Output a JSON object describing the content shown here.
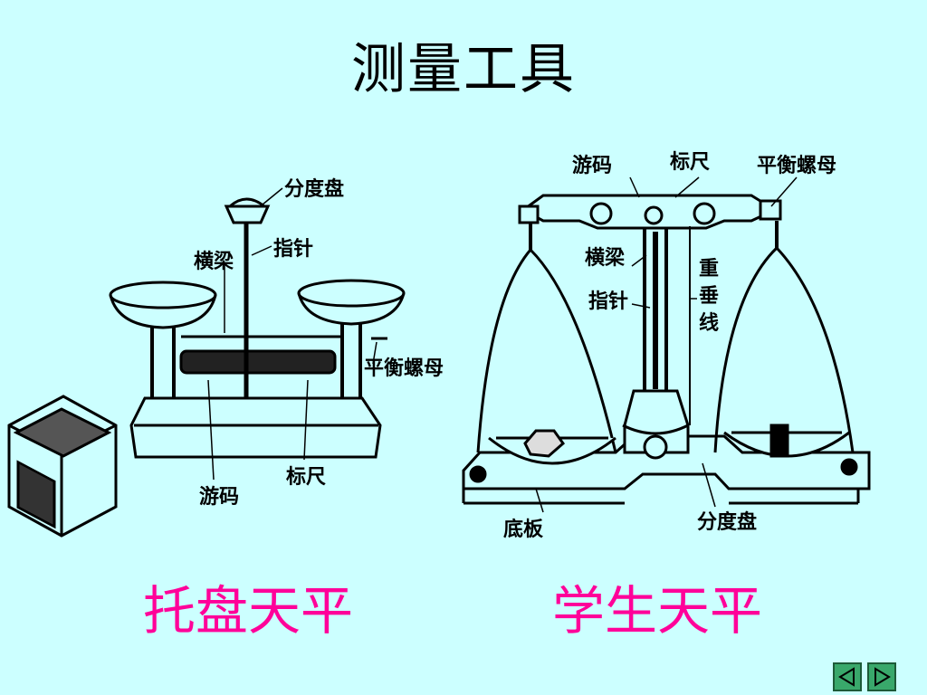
{
  "title": "测量工具",
  "captions": {
    "left": "托盘天平",
    "right": "学生天平"
  },
  "tray_balance_labels": {
    "dial": "分度盘",
    "pointer": "指针",
    "beam": "横梁",
    "balance_nut": "平衡螺母",
    "rider": "游码",
    "scale": "标尺"
  },
  "student_balance_labels": {
    "rider": "游码",
    "scale": "标尺",
    "balance_nut": "平衡螺母",
    "beam": "横梁",
    "pointer": "指针",
    "plumb_line": "重垂线",
    "base": "底板",
    "dial": "分度盘"
  },
  "nav": {
    "prev_icon": "triangle-left-icon",
    "next_icon": "triangle-right-icon",
    "color": "#39a86b"
  }
}
